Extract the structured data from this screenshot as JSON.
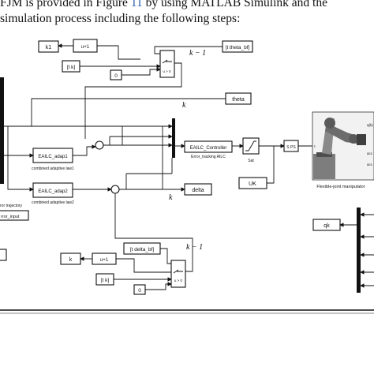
{
  "intro": {
    "line1_start": "FJM is provided in Figure ",
    "line1_ref": "11",
    "line1_end": " by using MATLAB Simulink and the",
    "line2": "simulation process including the following steps:"
  },
  "blocks": {
    "k1_out": "k1",
    "fcn_u_plus_1_top": "u+1",
    "tk_top": "[t k]",
    "theta_bf_from": "[t theta_bf]",
    "const_zero_top": "0",
    "switch_top_label": "u > 0",
    "theta_out": "theta",
    "adap1": "EAILC_adap1",
    "adap1_caption": "combined adaptive law1",
    "adap2": "EAILC_adap2",
    "adap2_caption": "combined adaptive law2",
    "controller": "EAILC_Controller",
    "controller_caption": "Error_tracking AILC",
    "sat_caption": "Sat",
    "sps": "S PS",
    "uk_out": "UK",
    "delta_out": "delta",
    "manipulator_caption": "Flexible-joint manipulator",
    "ports_plant": [
      "τ",
      "q(k)",
      "acc",
      "acc"
    ],
    "left_caption_1": "ror trajectory",
    "left_caption_2": "rror_input",
    "k_out": "k",
    "fcn_u_plus_1_bottom": "u+1",
    "delta_bf_from": "[t delta_bf]",
    "tk_bottom": "[t k]",
    "const_zero_bottom": "0",
    "switch_bottom_label": "u > 0",
    "qk_out": "qk"
  },
  "annotations": {
    "k_minus_1_top": "k − 1",
    "k_mid_1": "k",
    "k_mid_2": "k",
    "k_minus_1_bottom": "k − 1"
  }
}
